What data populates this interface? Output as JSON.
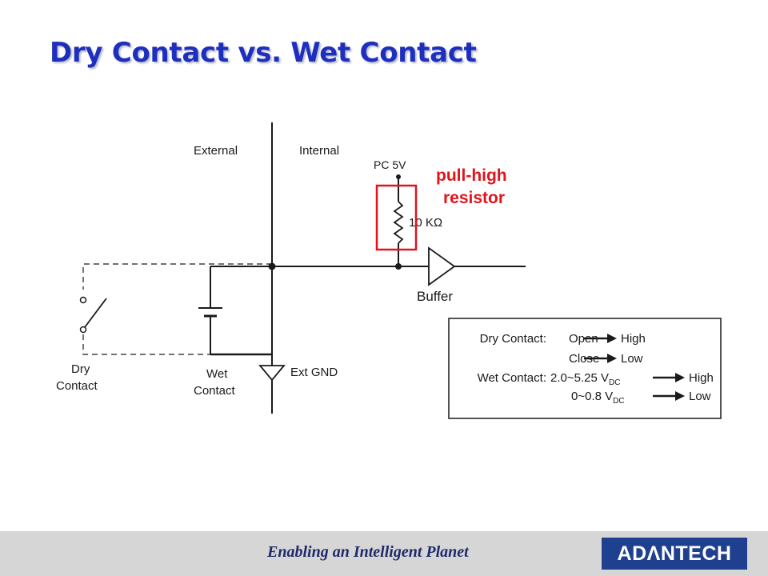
{
  "slide": {
    "title": "Dry Contact vs. Wet Contact"
  },
  "diagram": {
    "label_external": "External",
    "label_internal": "Internal",
    "label_supply": "PC 5V",
    "label_resistor_value": "10 KΩ",
    "callout_line1": "pull-high",
    "callout_line2": "resistor",
    "label_buffer": "Buffer",
    "label_ground": "Ext GND",
    "dry_line1": "Dry",
    "dry_line2": "Contact",
    "wet_line1": "Wet",
    "wet_line2": "Contact",
    "callout_color": "#e0141b",
    "line_color": "#1a1a1a"
  },
  "truth_table": {
    "rows": [
      {
        "label": "Dry Contact:",
        "condition": "Open",
        "unit_main": "",
        "unit_sub": "",
        "result": "High"
      },
      {
        "label": "",
        "condition": "Close",
        "unit_main": "",
        "unit_sub": "",
        "result": "Low"
      },
      {
        "label": "Wet Contact:",
        "condition": "2.0~5.25 ",
        "unit_main": "V",
        "unit_sub": "DC",
        "result": "High"
      },
      {
        "label": "",
        "condition": "0~0.8 ",
        "unit_main": "V",
        "unit_sub": "DC",
        "result": "Low"
      }
    ]
  },
  "footer": {
    "tagline": "Enabling an Intelligent Planet",
    "logo_text": "ADΛNTECH",
    "background_color": "#d6d6d6",
    "logo_color": "#1f3f8f"
  }
}
